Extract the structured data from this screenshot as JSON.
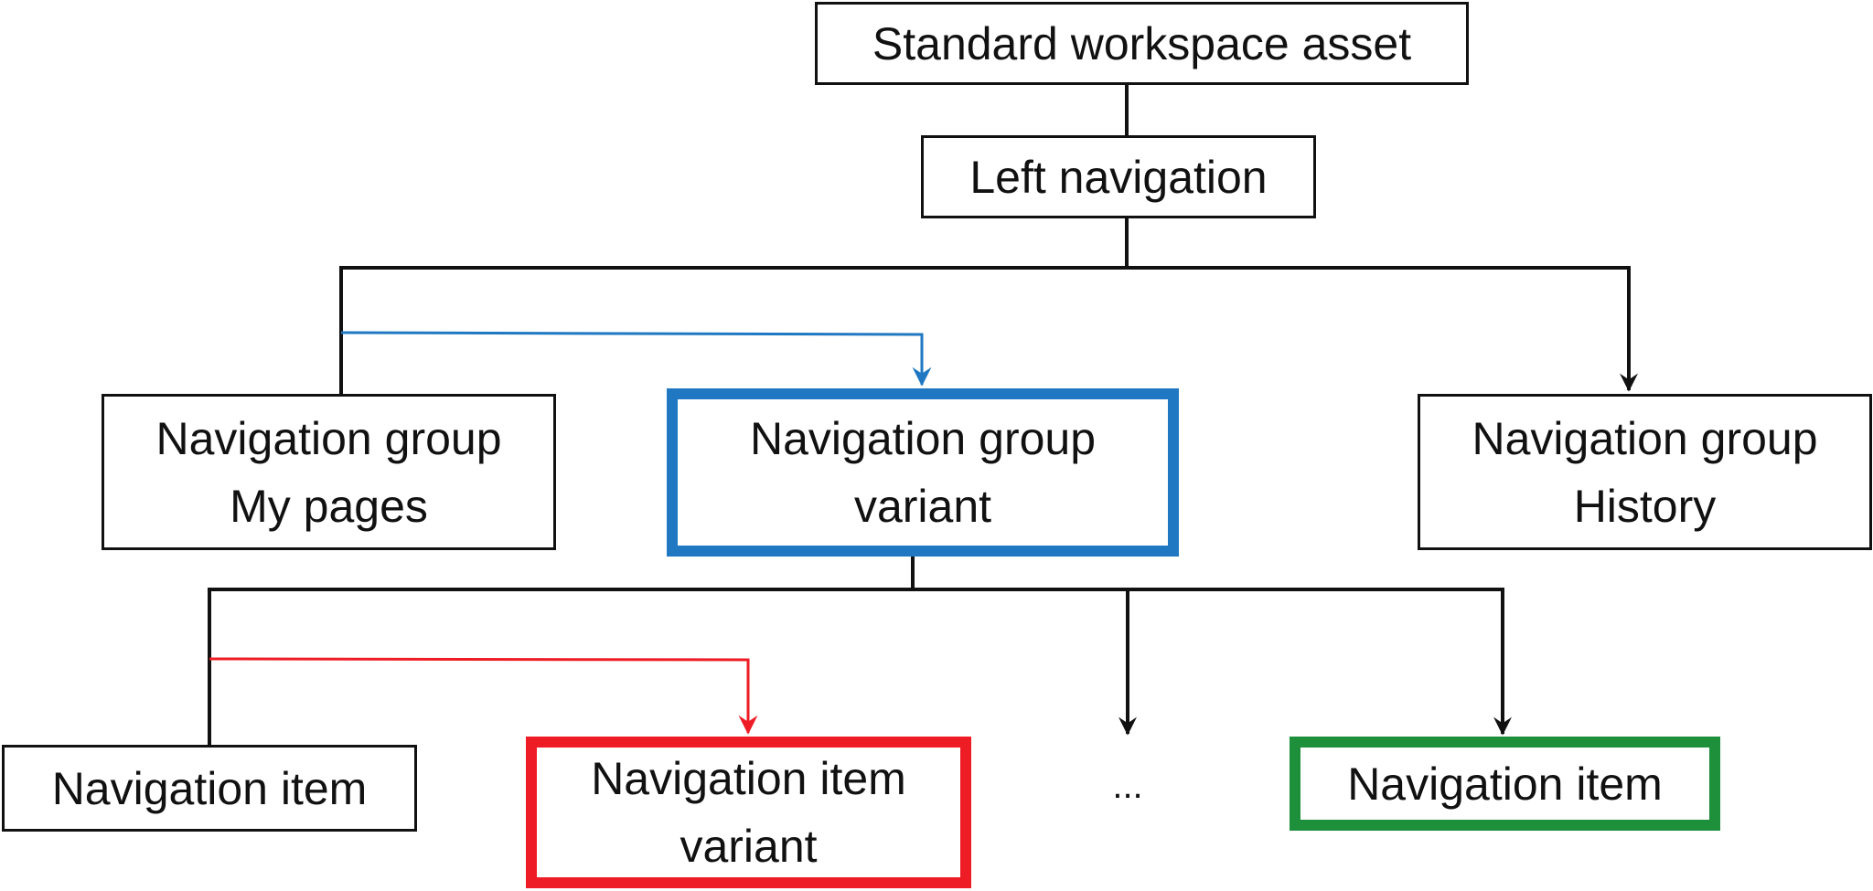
{
  "colors": {
    "line": "#111111",
    "variant_group": "#1f78c1",
    "variant_item": "#ee1c24",
    "highlighted_item": "#1e8f3a"
  },
  "nodes": {
    "root": {
      "lines": [
        "Standard workspace asset"
      ]
    },
    "left_nav": {
      "lines": [
        "Left navigation"
      ]
    },
    "group_my_pages": {
      "lines": [
        "Navigation group",
        "My pages"
      ]
    },
    "group_variant": {
      "lines": [
        "Navigation group",
        "variant"
      ]
    },
    "group_history": {
      "lines": [
        "Navigation group",
        "History"
      ]
    },
    "item": {
      "lines": [
        "Navigation item"
      ]
    },
    "item_variant": {
      "lines": [
        "Navigation item",
        "variant"
      ]
    },
    "ellipsis": "...",
    "item_highlighted": {
      "lines": [
        "Navigation item"
      ]
    }
  }
}
